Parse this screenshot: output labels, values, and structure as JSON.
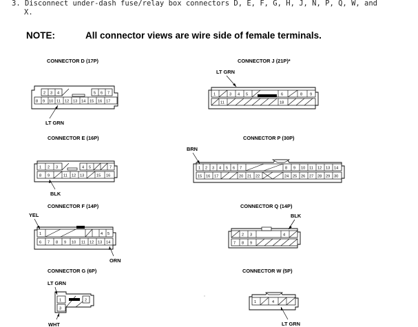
{
  "step": {
    "line1": "3. Disconnect under-dash fuse/relay box connectors D, E, F, G, H, J, N, P, Q, W, and",
    "line2": "X."
  },
  "note": {
    "label": "NOTE:",
    "text": "All connector views are wire side of female terminals."
  },
  "connectors": {
    "d": {
      "title": "CONNECTOR D (17P)",
      "wire": "LT GRN",
      "row1": [
        "",
        "2",
        "3",
        "4",
        "",
        "",
        "",
        "5",
        "6",
        "7"
      ],
      "row2": [
        "8",
        "9",
        "10",
        "11",
        "12",
        "13",
        "14",
        "15",
        "16",
        "17"
      ]
    },
    "e": {
      "title": "CONNECTOR E (16P)",
      "wire": "BLK",
      "row1": [
        "1",
        "2",
        "3",
        "",
        "",
        "4",
        "5",
        "",
        "7"
      ],
      "row2": [
        "8",
        "9",
        "",
        "11",
        "12",
        "13",
        "",
        "15",
        "16"
      ]
    },
    "f": {
      "title": "CONNECTOR F (14P)",
      "wire1": "YEL",
      "wire2": "ORN",
      "row1": [
        "1",
        "",
        "",
        "",
        "",
        "",
        "",
        "4",
        "5"
      ],
      "row2": [
        "6",
        "7",
        "8",
        "9",
        "10",
        "11",
        "12",
        "13",
        "14"
      ]
    },
    "g": {
      "title": "CONNECTOR G (6P)",
      "wire1": "LT GRN",
      "wire2": "WHT",
      "row1": [
        "1",
        "",
        "2"
      ],
      "row2": [
        "3",
        "",
        ""
      ]
    },
    "j": {
      "title": "CONNECTOR J (21P)*",
      "wire": "LT GRN",
      "row1": [
        "1",
        "",
        "3",
        "4",
        "5",
        "",
        "",
        "",
        "",
        "",
        "6",
        "",
        "8",
        "9"
      ],
      "row2": [
        "",
        "11",
        "",
        "",
        "",
        "",
        "",
        "",
        "",
        "",
        "18",
        "",
        "",
        ""
      ]
    },
    "p": {
      "title": "CONNECTOR P (30P)",
      "wire": "BRN",
      "row1": [
        "1",
        "2",
        "3",
        "4",
        "5",
        "6",
        "7",
        "",
        "",
        "",
        "8",
        "9",
        "10",
        "11",
        "12",
        "13",
        "14"
      ],
      "row2": [
        "15",
        "16",
        "17",
        "",
        "",
        "20",
        "21",
        "22",
        "",
        "",
        "24",
        "25",
        "26",
        "27",
        "28",
        "29",
        "30"
      ]
    },
    "q": {
      "title": "CONNECTOR Q (14P)",
      "wire": "BLK",
      "row1": [
        "",
        "2",
        "3",
        "",
        "",
        "4",
        "",
        ""
      ],
      "row2": [
        "7",
        "8",
        "9",
        "",
        "",
        "",
        "",
        ""
      ]
    },
    "w": {
      "title": "CONNECTOR W (5P)",
      "wire": "LT GRN",
      "row1": [
        "1",
        "",
        "4",
        "",
        ""
      ]
    }
  }
}
